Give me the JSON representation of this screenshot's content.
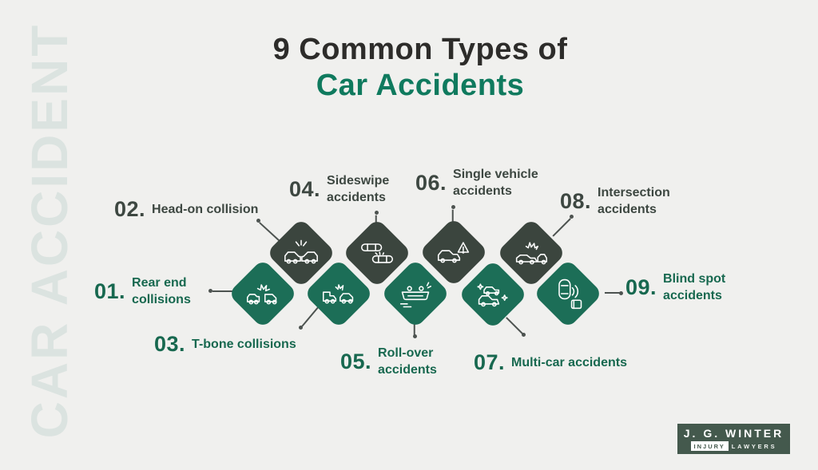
{
  "watermark": {
    "text": "CAR ACCIDENT",
    "color": "#dbe3e0"
  },
  "title": {
    "line1": "9 Common Types of",
    "line2": "Car Accidents",
    "line1_color": "#2d2c2a",
    "line2_color": "#0f7a5e"
  },
  "colors": {
    "background": "#f0f0ee",
    "green_diamond": "#1c6e57",
    "dark_diamond": "#3b453e",
    "green_text": "#17684f",
    "dark_text": "#3d4741",
    "connector": "#4d5350",
    "logo_background": "#44594d"
  },
  "items": [
    {
      "number": "01.",
      "label": "Rear end collisions",
      "icon": "rear-end-collision-icon",
      "variant": "green"
    },
    {
      "number": "02.",
      "label": "Head-on collision",
      "icon": "head-on-collision-icon",
      "variant": "dark"
    },
    {
      "number": "03.",
      "label": "T-bone collisions",
      "icon": "t-bone-collision-icon",
      "variant": "green"
    },
    {
      "number": "04.",
      "label": "Sideswipe accidents",
      "icon": "sideswipe-accident-icon",
      "variant": "dark"
    },
    {
      "number": "05.",
      "label": "Roll-over accidents",
      "icon": "roll-over-accident-icon",
      "variant": "green"
    },
    {
      "number": "06.",
      "label": "Single vehicle accidents",
      "icon": "single-vehicle-accident-icon",
      "variant": "dark"
    },
    {
      "number": "07.",
      "label": "Multi-car accidents",
      "icon": "multi-car-accident-icon",
      "variant": "green"
    },
    {
      "number": "08.",
      "label": "Intersection accidents",
      "icon": "intersection-accident-icon",
      "variant": "dark"
    },
    {
      "number": "09.",
      "label": "Blind spot accidents",
      "icon": "blind-spot-accident-icon",
      "variant": "green"
    }
  ],
  "logo": {
    "name": "J. G. WINTER",
    "tag_left": "INJURY",
    "tag_right": "LAWYERS"
  }
}
